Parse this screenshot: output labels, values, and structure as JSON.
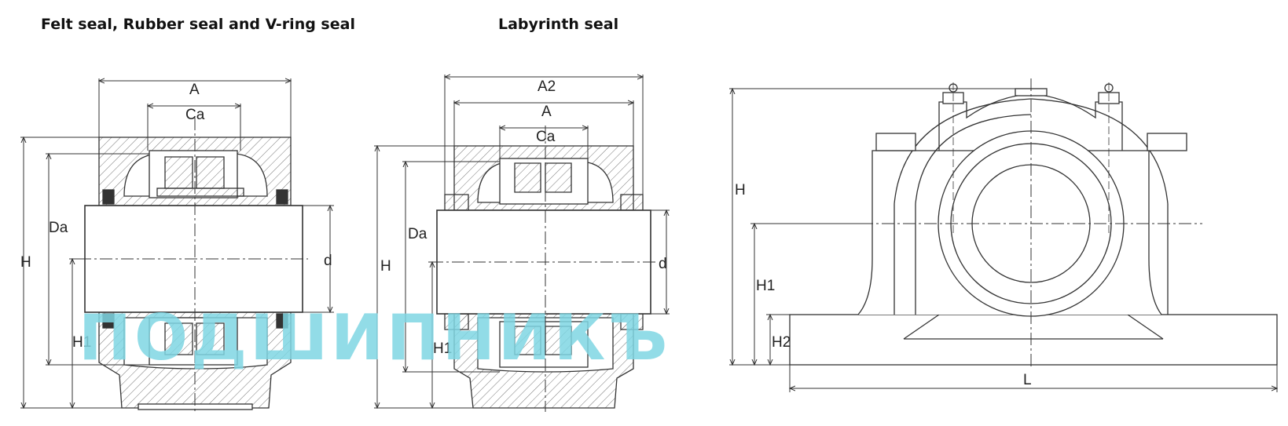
{
  "titles": {
    "left": "Felt seal, Rubber seal and V-ring seal",
    "middle": "Labyrinth seal"
  },
  "labels": {
    "left": {
      "A": "A",
      "Ca": "Ca",
      "Da": "Da",
      "H": "H",
      "d": "d",
      "H1": "H1"
    },
    "middle": {
      "A2": "A2",
      "A": "A",
      "Ca": "Ca",
      "Da": "Da",
      "H": "H",
      "d": "d",
      "H1": "H1"
    },
    "right": {
      "H": "H",
      "H1": "H1",
      "H2": "H2",
      "L": "L"
    }
  },
  "watermark": "ПОДШИПНИКЪ",
  "colors": {
    "line": "#333333",
    "hatch": "#666666",
    "watermark": "#7fd6e3"
  }
}
